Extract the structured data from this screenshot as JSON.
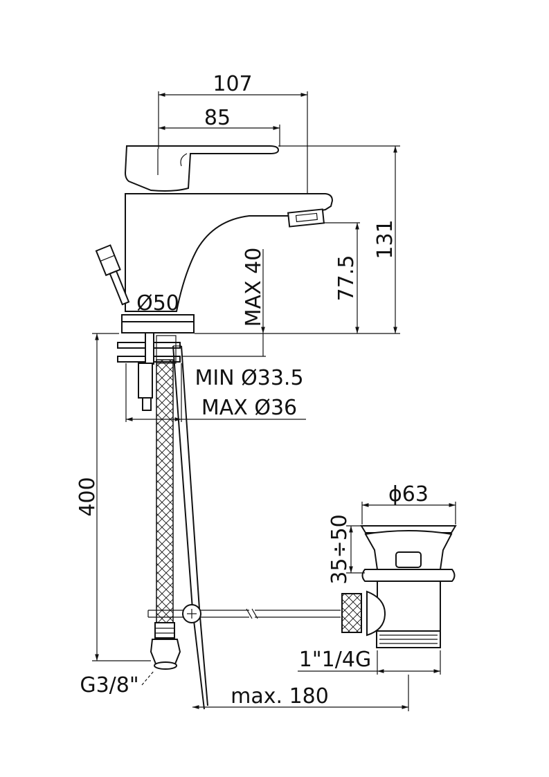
{
  "dimensions": {
    "overall_width": "107",
    "lever_reach": "85",
    "total_height": "131",
    "spout_height": "77.5",
    "max_deck_thickness": "MAX 40",
    "base_diameter": "Ø50",
    "hole_min": "MIN Ø33.5",
    "hole_max": "MAX Ø36",
    "hose_length": "400",
    "hose_thread": "G3/8\"",
    "waste_diameter": "ϕ63",
    "waste_adjust": "35÷50",
    "waste_thread": "1\"1/4G",
    "rod_length": "max. 180"
  },
  "colors": {
    "line": "#111111",
    "background": "#ffffff"
  }
}
